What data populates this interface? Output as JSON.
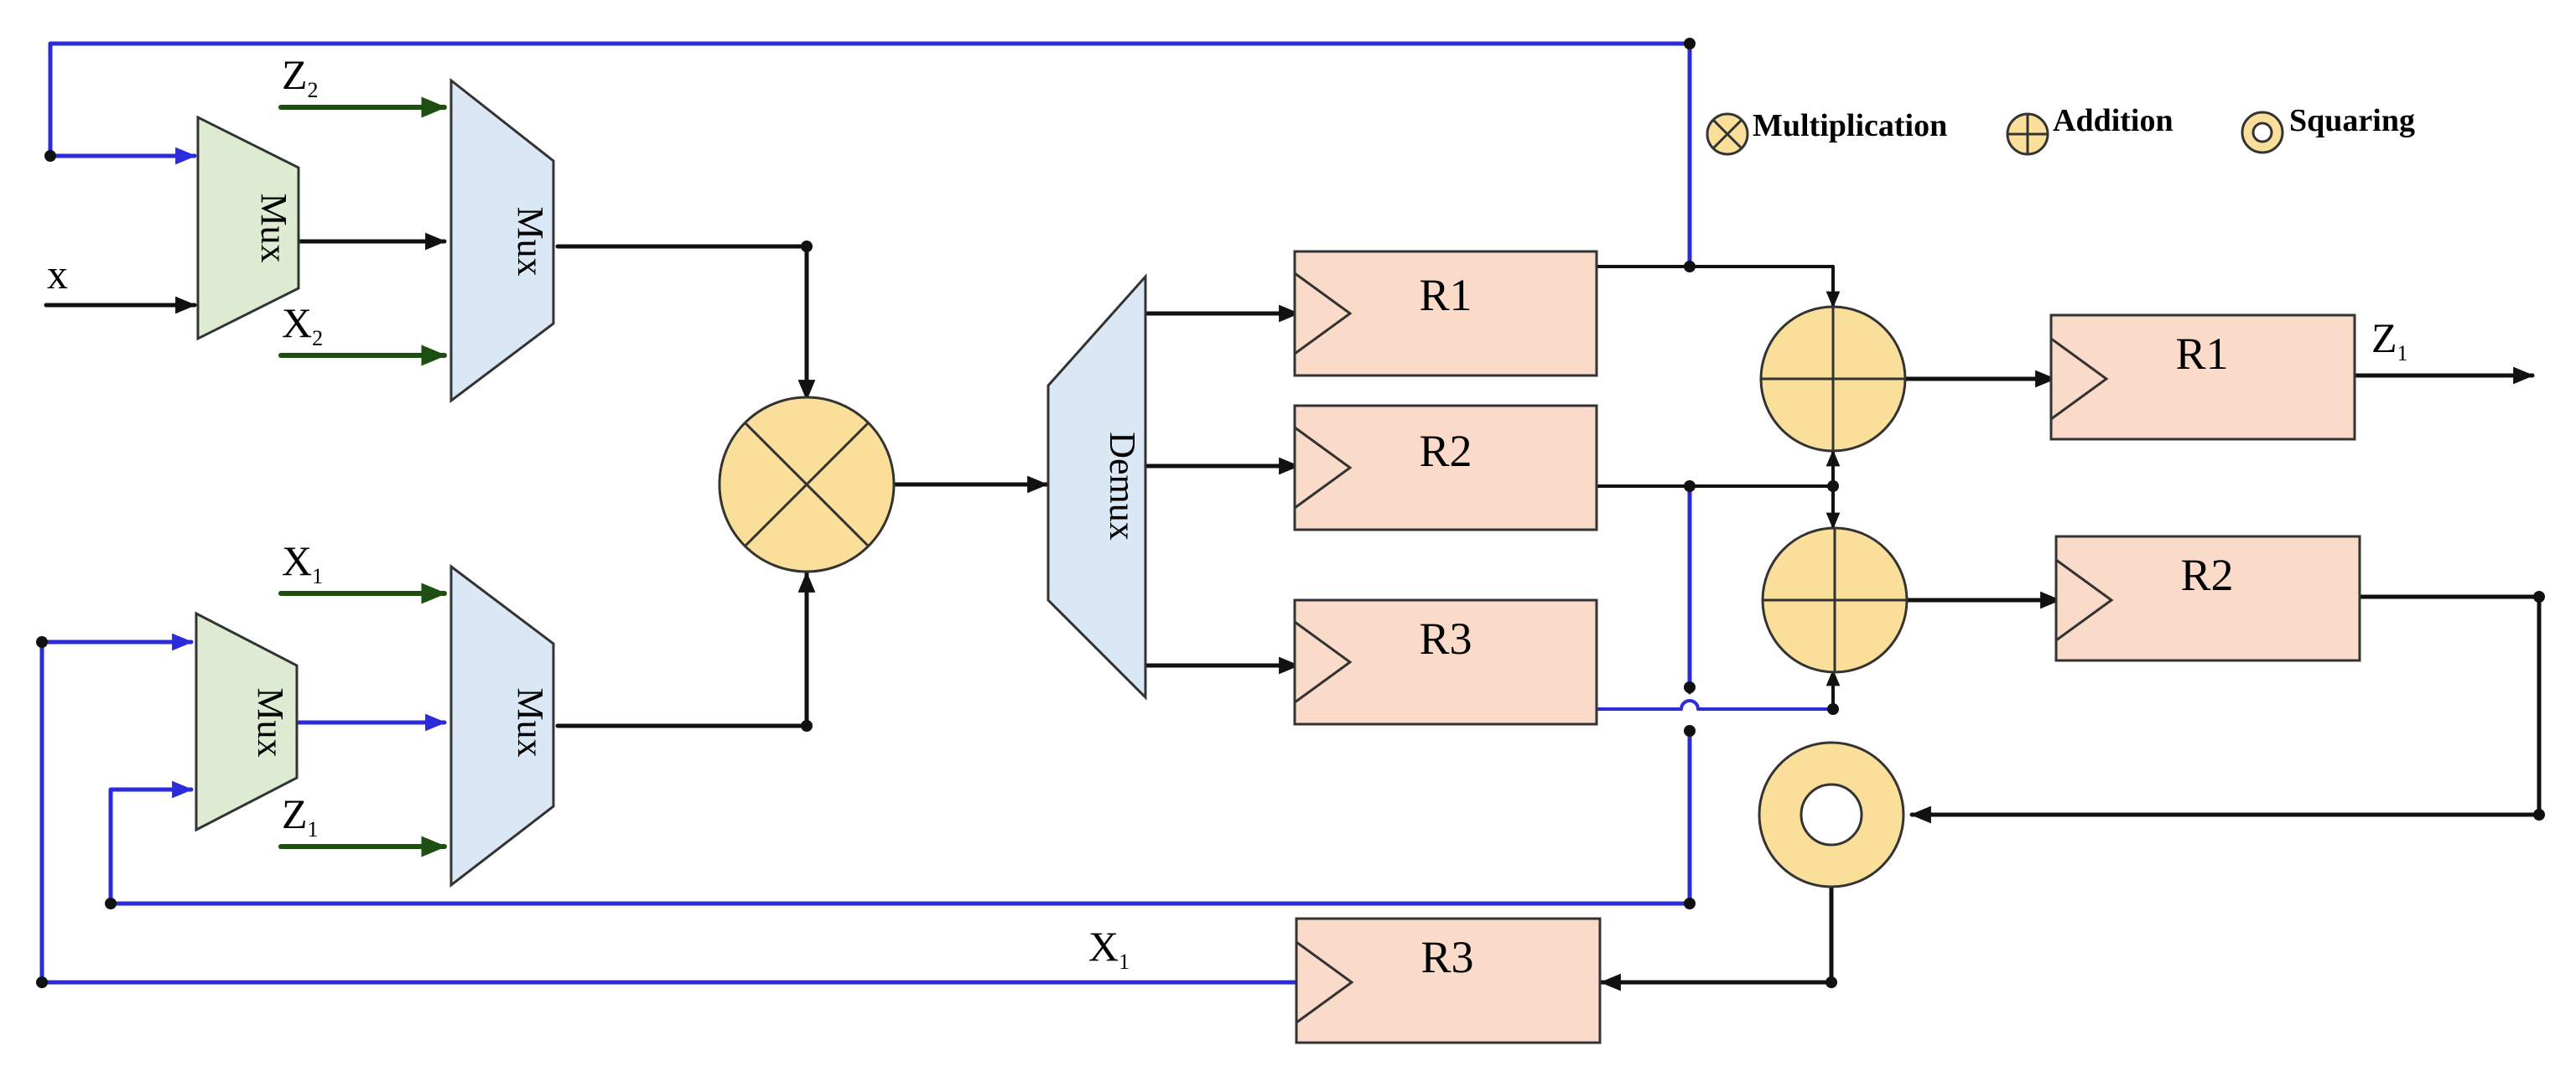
{
  "colors": {
    "wire_black": "#111111",
    "wire_blue": "#2b2bd9",
    "wire_green": "#1d4f12",
    "register_fill": "#fadbc9",
    "mux_green_fill": "#dcebd2",
    "mux_blue_fill": "#dae7f5",
    "operator_fill": "#fadf9a"
  },
  "mux_top_left": {
    "label": "Mux"
  },
  "mux_top_right": {
    "label": "Mux"
  },
  "mux_bottom_left": {
    "label": "Mux"
  },
  "mux_bottom_right": {
    "label": "Mux"
  },
  "demux": {
    "label": "Demux"
  },
  "registers": {
    "r1_left": "R1",
    "r2_left": "R2",
    "r3_left": "R3",
    "r1_right": "R1",
    "r2_right": "R2",
    "r3_bottom": "R3"
  },
  "signals": {
    "z2": {
      "main": "Z",
      "sub": "2"
    },
    "x_input": {
      "main": "x",
      "sub": ""
    },
    "x2": {
      "main": "X",
      "sub": "2"
    },
    "x1": {
      "main": "X",
      "sub": "1"
    },
    "z1": {
      "main": "Z",
      "sub": "1"
    },
    "z1_out": {
      "main": "Z",
      "sub": "1"
    },
    "x1_feedback": {
      "main": "X",
      "sub": "1"
    }
  },
  "legend": {
    "multiplication": "Multiplication",
    "addition": "Addition",
    "squaring": "Squaring"
  },
  "icons": {
    "multiplier": "circle-times-icon",
    "adder": "circle-plus-icon",
    "squarer": "double-circle-icon",
    "arrowhead": "arrowhead-icon"
  }
}
